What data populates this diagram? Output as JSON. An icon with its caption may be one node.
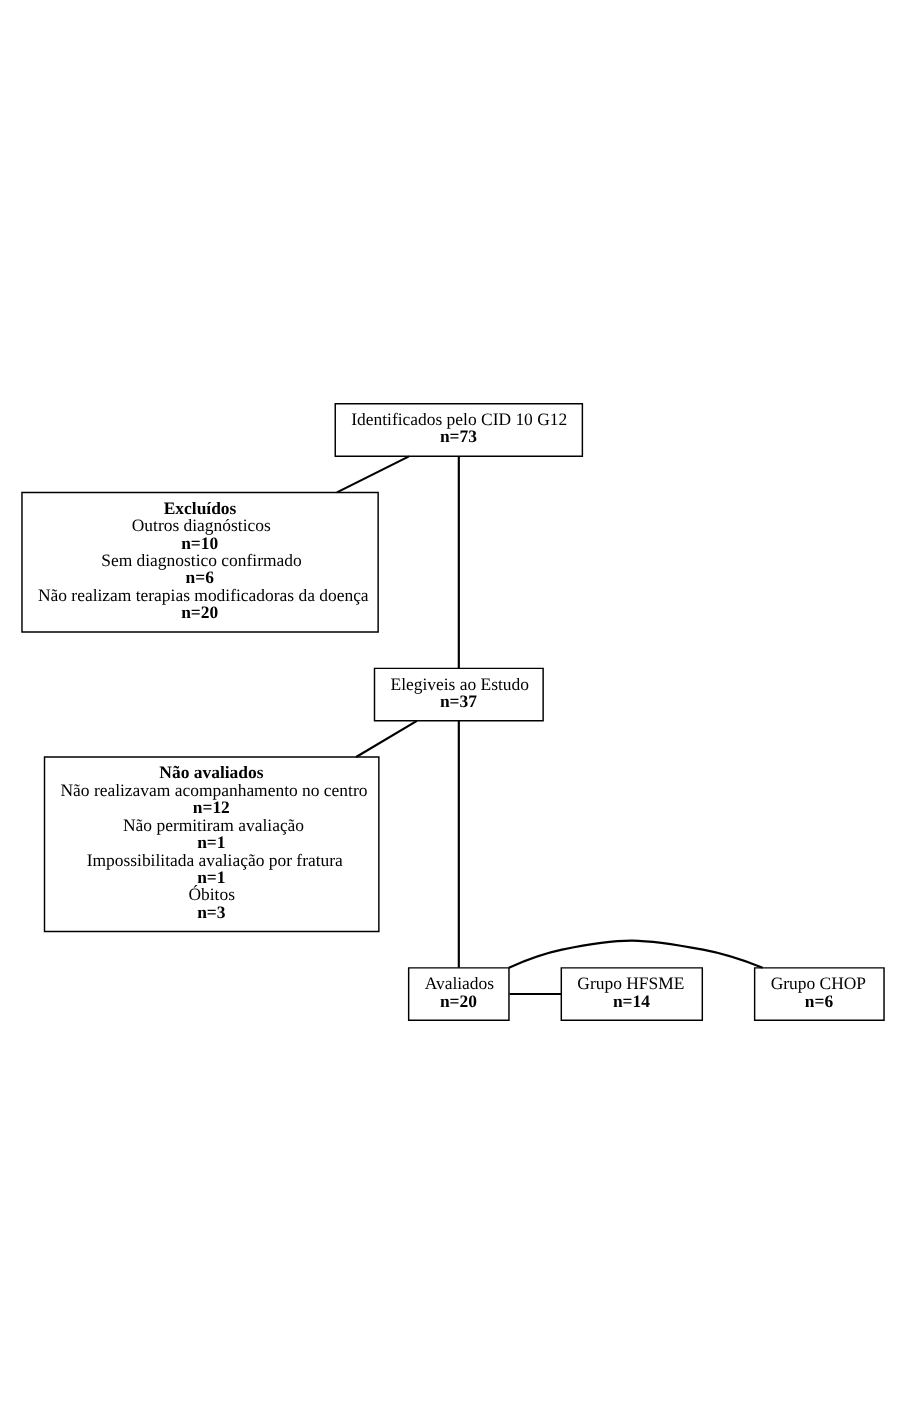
{
  "diagram": {
    "nodes": [
      {
        "text": [
          "Identificados pelo CID 10 G12",
          "n=73"
        ]
      },
      {
        "text": [
          "Excluídos",
          "Outros diagnósticos",
          "n=10",
          "Sem diagnostico confirmado",
          "n=6",
          "Não realizam terapias modificadoras da doença",
          "n=20"
        ]
      },
      {
        "text": [
          "Elegiveis ao Estudo",
          "n=37"
        ]
      },
      {
        "text": [
          "Não avaliados",
          "Não realizavam acompanhamento no centro",
          "n=12",
          "Não permitiram avaliação",
          "n=1",
          "Impossibilitada avaliação por fratura",
          "n=1",
          "Óbitos",
          "n=3"
        ]
      },
      {
        "text": [
          "Avaliados",
          "n=20"
        ]
      },
      {
        "text": [
          "Grupo CHOP",
          "n=6"
        ]
      },
      {
        "text": [
          "Grupo HFSME",
          "n=14"
        ]
      }
    ],
    "edges": [
      {
        "from": 0,
        "to": 1,
        "arrow": "none"
      },
      {
        "from": 0,
        "to": 2,
        "arrow": "none"
      },
      {
        "from": 2,
        "to": 3,
        "arrow": "none"
      },
      {
        "from": 2,
        "to": 4,
        "arrow": "none"
      },
      {
        "from": 4,
        "to": 5,
        "arrow": "none"
      },
      {
        "from": 4,
        "to": 6,
        "arrow": "none"
      }
    ]
  }
}
